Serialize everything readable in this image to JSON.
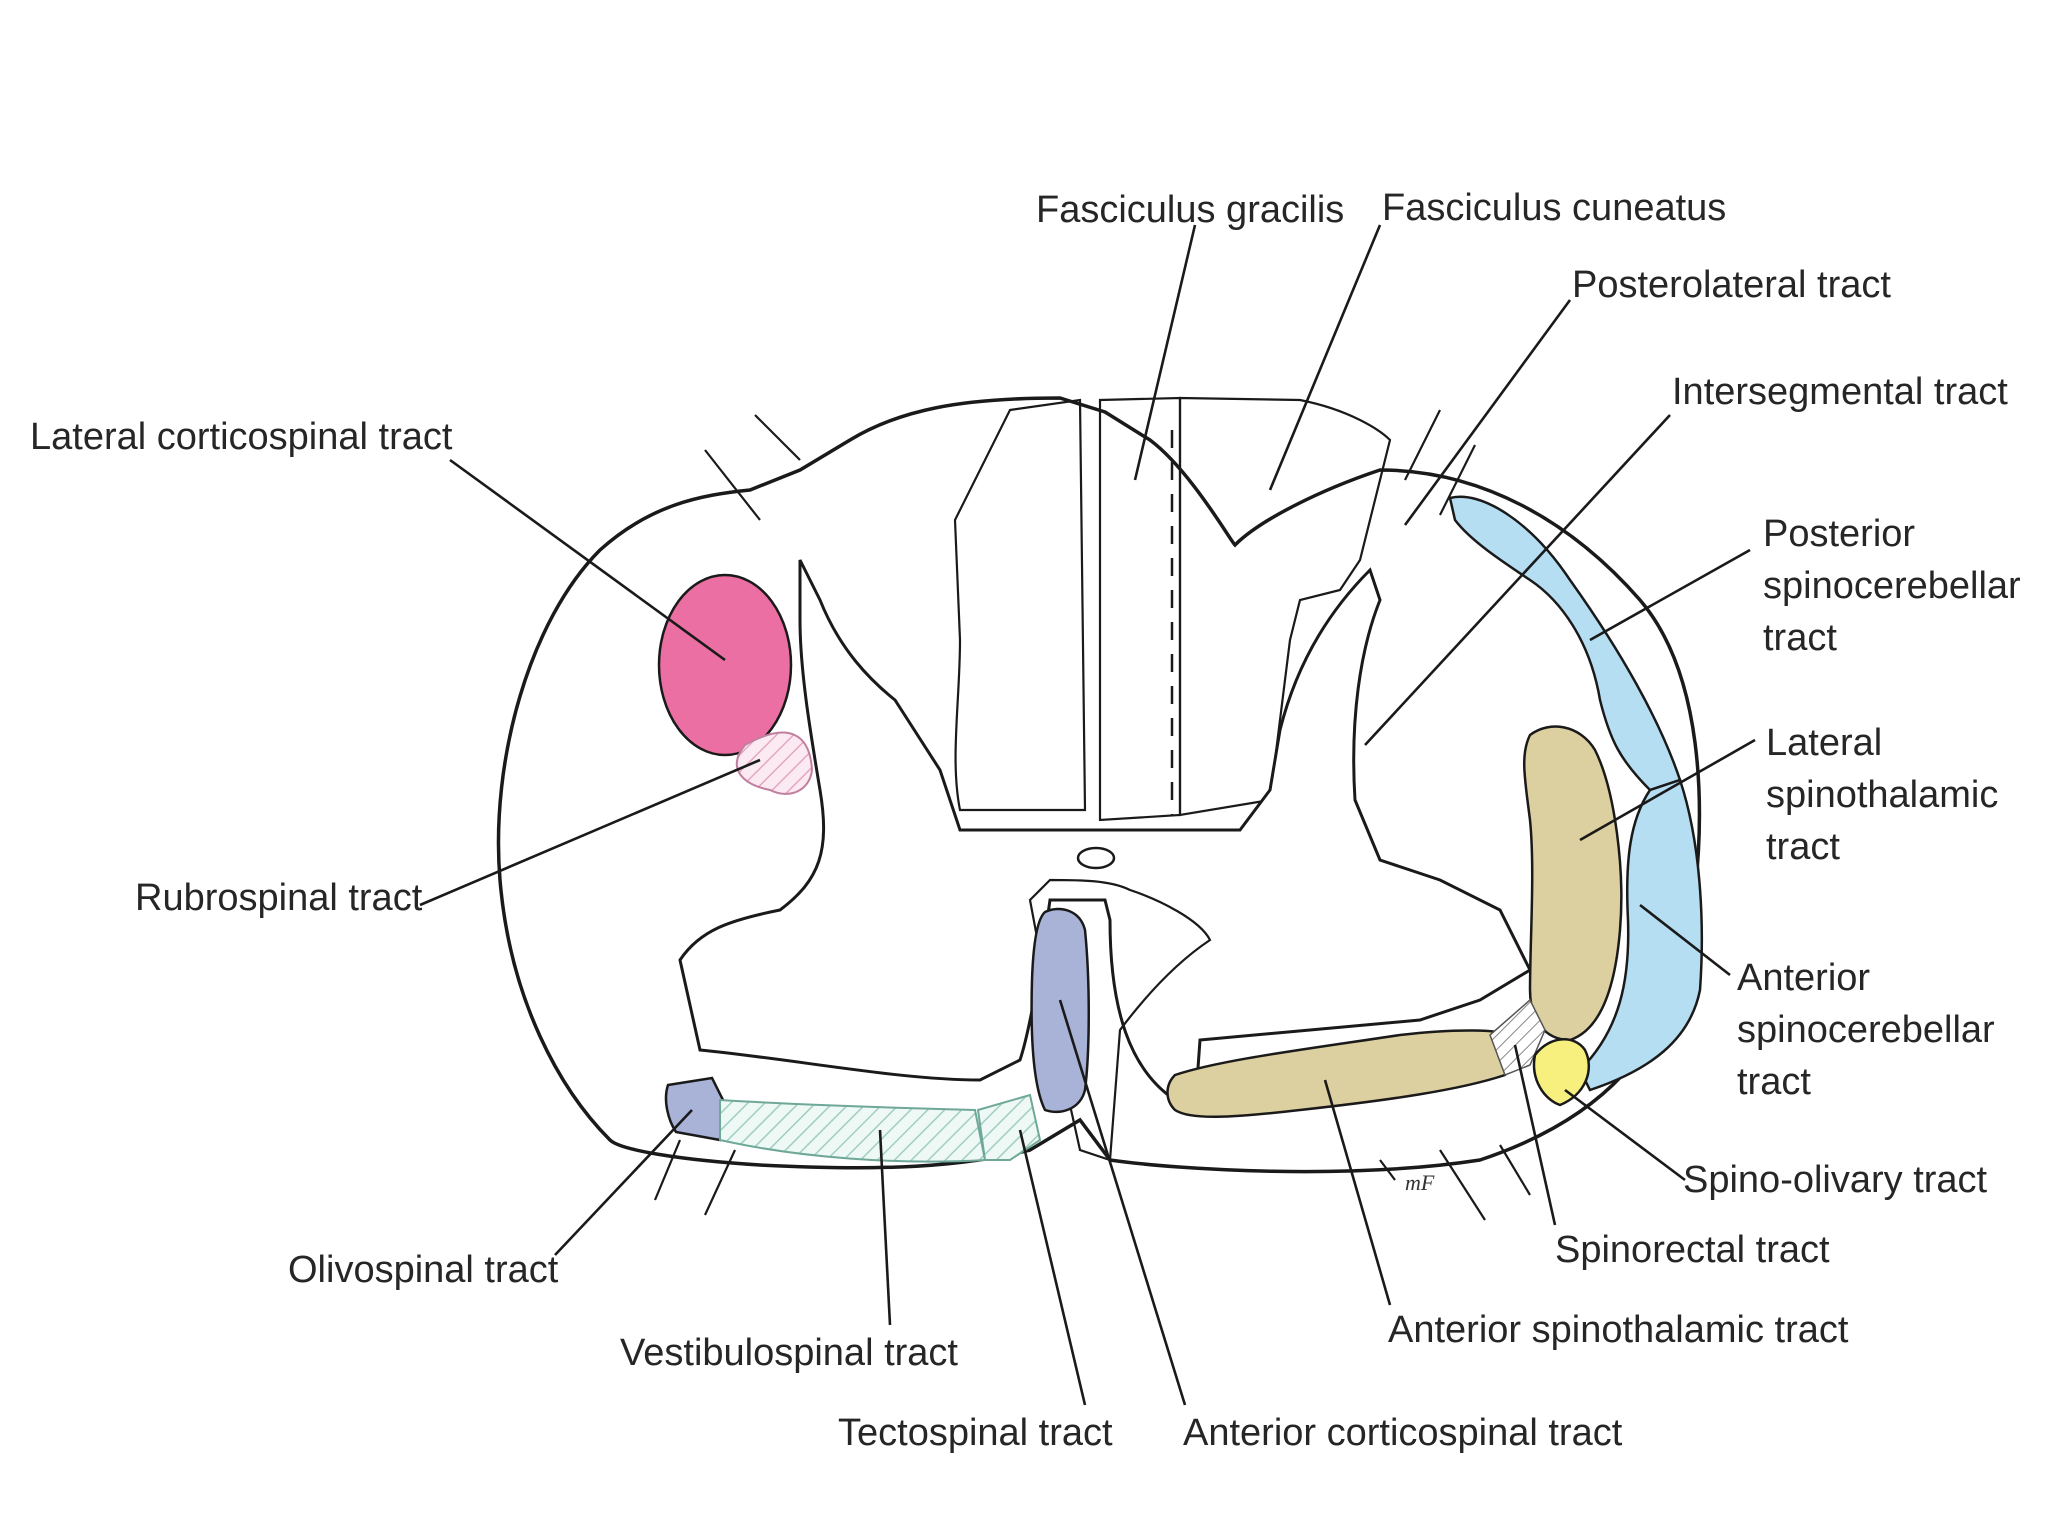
{
  "labels": {
    "fasciculus_gracilis": "Fasciculus gracilis",
    "fasciculus_cuneatus": "Fasciculus cuneatus",
    "posterolateral_tract": "Posterolateral tract",
    "intersegmental_tract": "Intersegmental tract",
    "lateral_corticospinal_tract": "Lateral corticospinal tract",
    "posterior_spinocerebellar": [
      "Posterior",
      "spinocerebellar",
      "tract"
    ],
    "lateral_spinothalamic": [
      "Lateral",
      "spinothalamic",
      "tract"
    ],
    "anterior_spinocerebellar": [
      "Anterior",
      "spinocerebellar",
      "tract"
    ],
    "rubrospinal_tract": "Rubrospinal tract",
    "spino_olivary_tract": "Spino-olivary tract",
    "spinorectal_tract": "Spinorectal tract",
    "anterior_spinothalamic_tract": "Anterior spinothalamic tract",
    "olivospinal_tract": "Olivospinal tract",
    "vestibulospinal_tract": "Vestibulospinal tract",
    "tectospinal_tract": "Tectospinal tract",
    "anterior_corticospinal_tract": "Anterior corticospinal tract",
    "artist_initials": "mF"
  },
  "colors": {
    "dorsal_columns": "#7ccaa6",
    "lateral_corticospinal": "#ec6fa3",
    "rubrospinal": "#f6d6e3",
    "spinocerebellar": "#b5def3",
    "spinothalamic": "#ddd0a0",
    "spino_olivary": "#f7f07e",
    "olivospinal": "#a9b3d8",
    "anterior_corticospinal": "#a9b3d8",
    "vestibulospinal": "#e3f3ee",
    "tectospinal": "#e3f3ee",
    "outline": "#1a1a1a"
  }
}
